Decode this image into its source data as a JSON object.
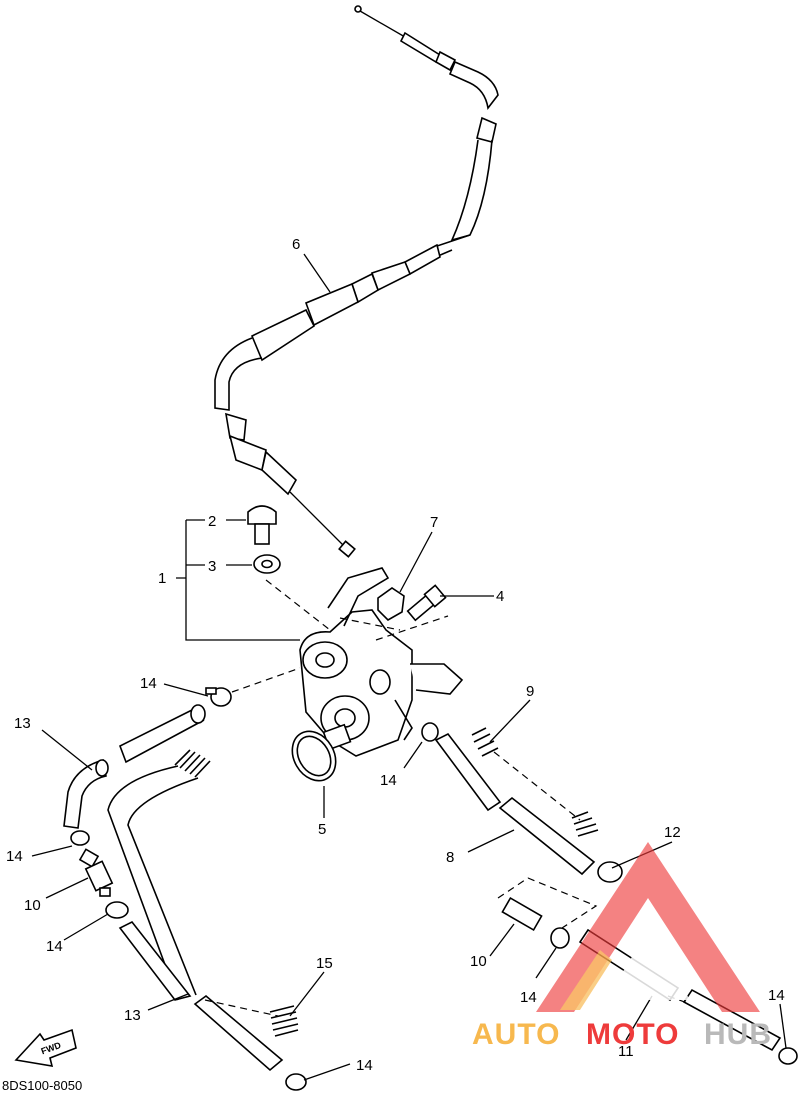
{
  "callouts": {
    "c1": "1",
    "c2": "2",
    "c3": "3",
    "c4": "4",
    "c5": "5",
    "c6": "6",
    "c7": "7",
    "c8": "8",
    "c9": "9",
    "c10a": "10",
    "c10b": "10",
    "c11": "11",
    "c12": "12",
    "c13a": "13",
    "c13b": "13",
    "c14a": "14",
    "c14b": "14",
    "c14c": "14",
    "c14d": "14",
    "c14e": "14",
    "c14f": "14",
    "c14g": "14",
    "c15": "15"
  },
  "diagram_code": "8DS100-8050",
  "fwd_label": "FWD",
  "watermark": {
    "part1": "AUTO",
    "part2": "MOTO",
    "part3": "HUB",
    "color_orange": "#f7b84e",
    "color_red": "#ee3b3b",
    "color_gray": "#b9b9b9",
    "logo": "triangle-logo"
  }
}
